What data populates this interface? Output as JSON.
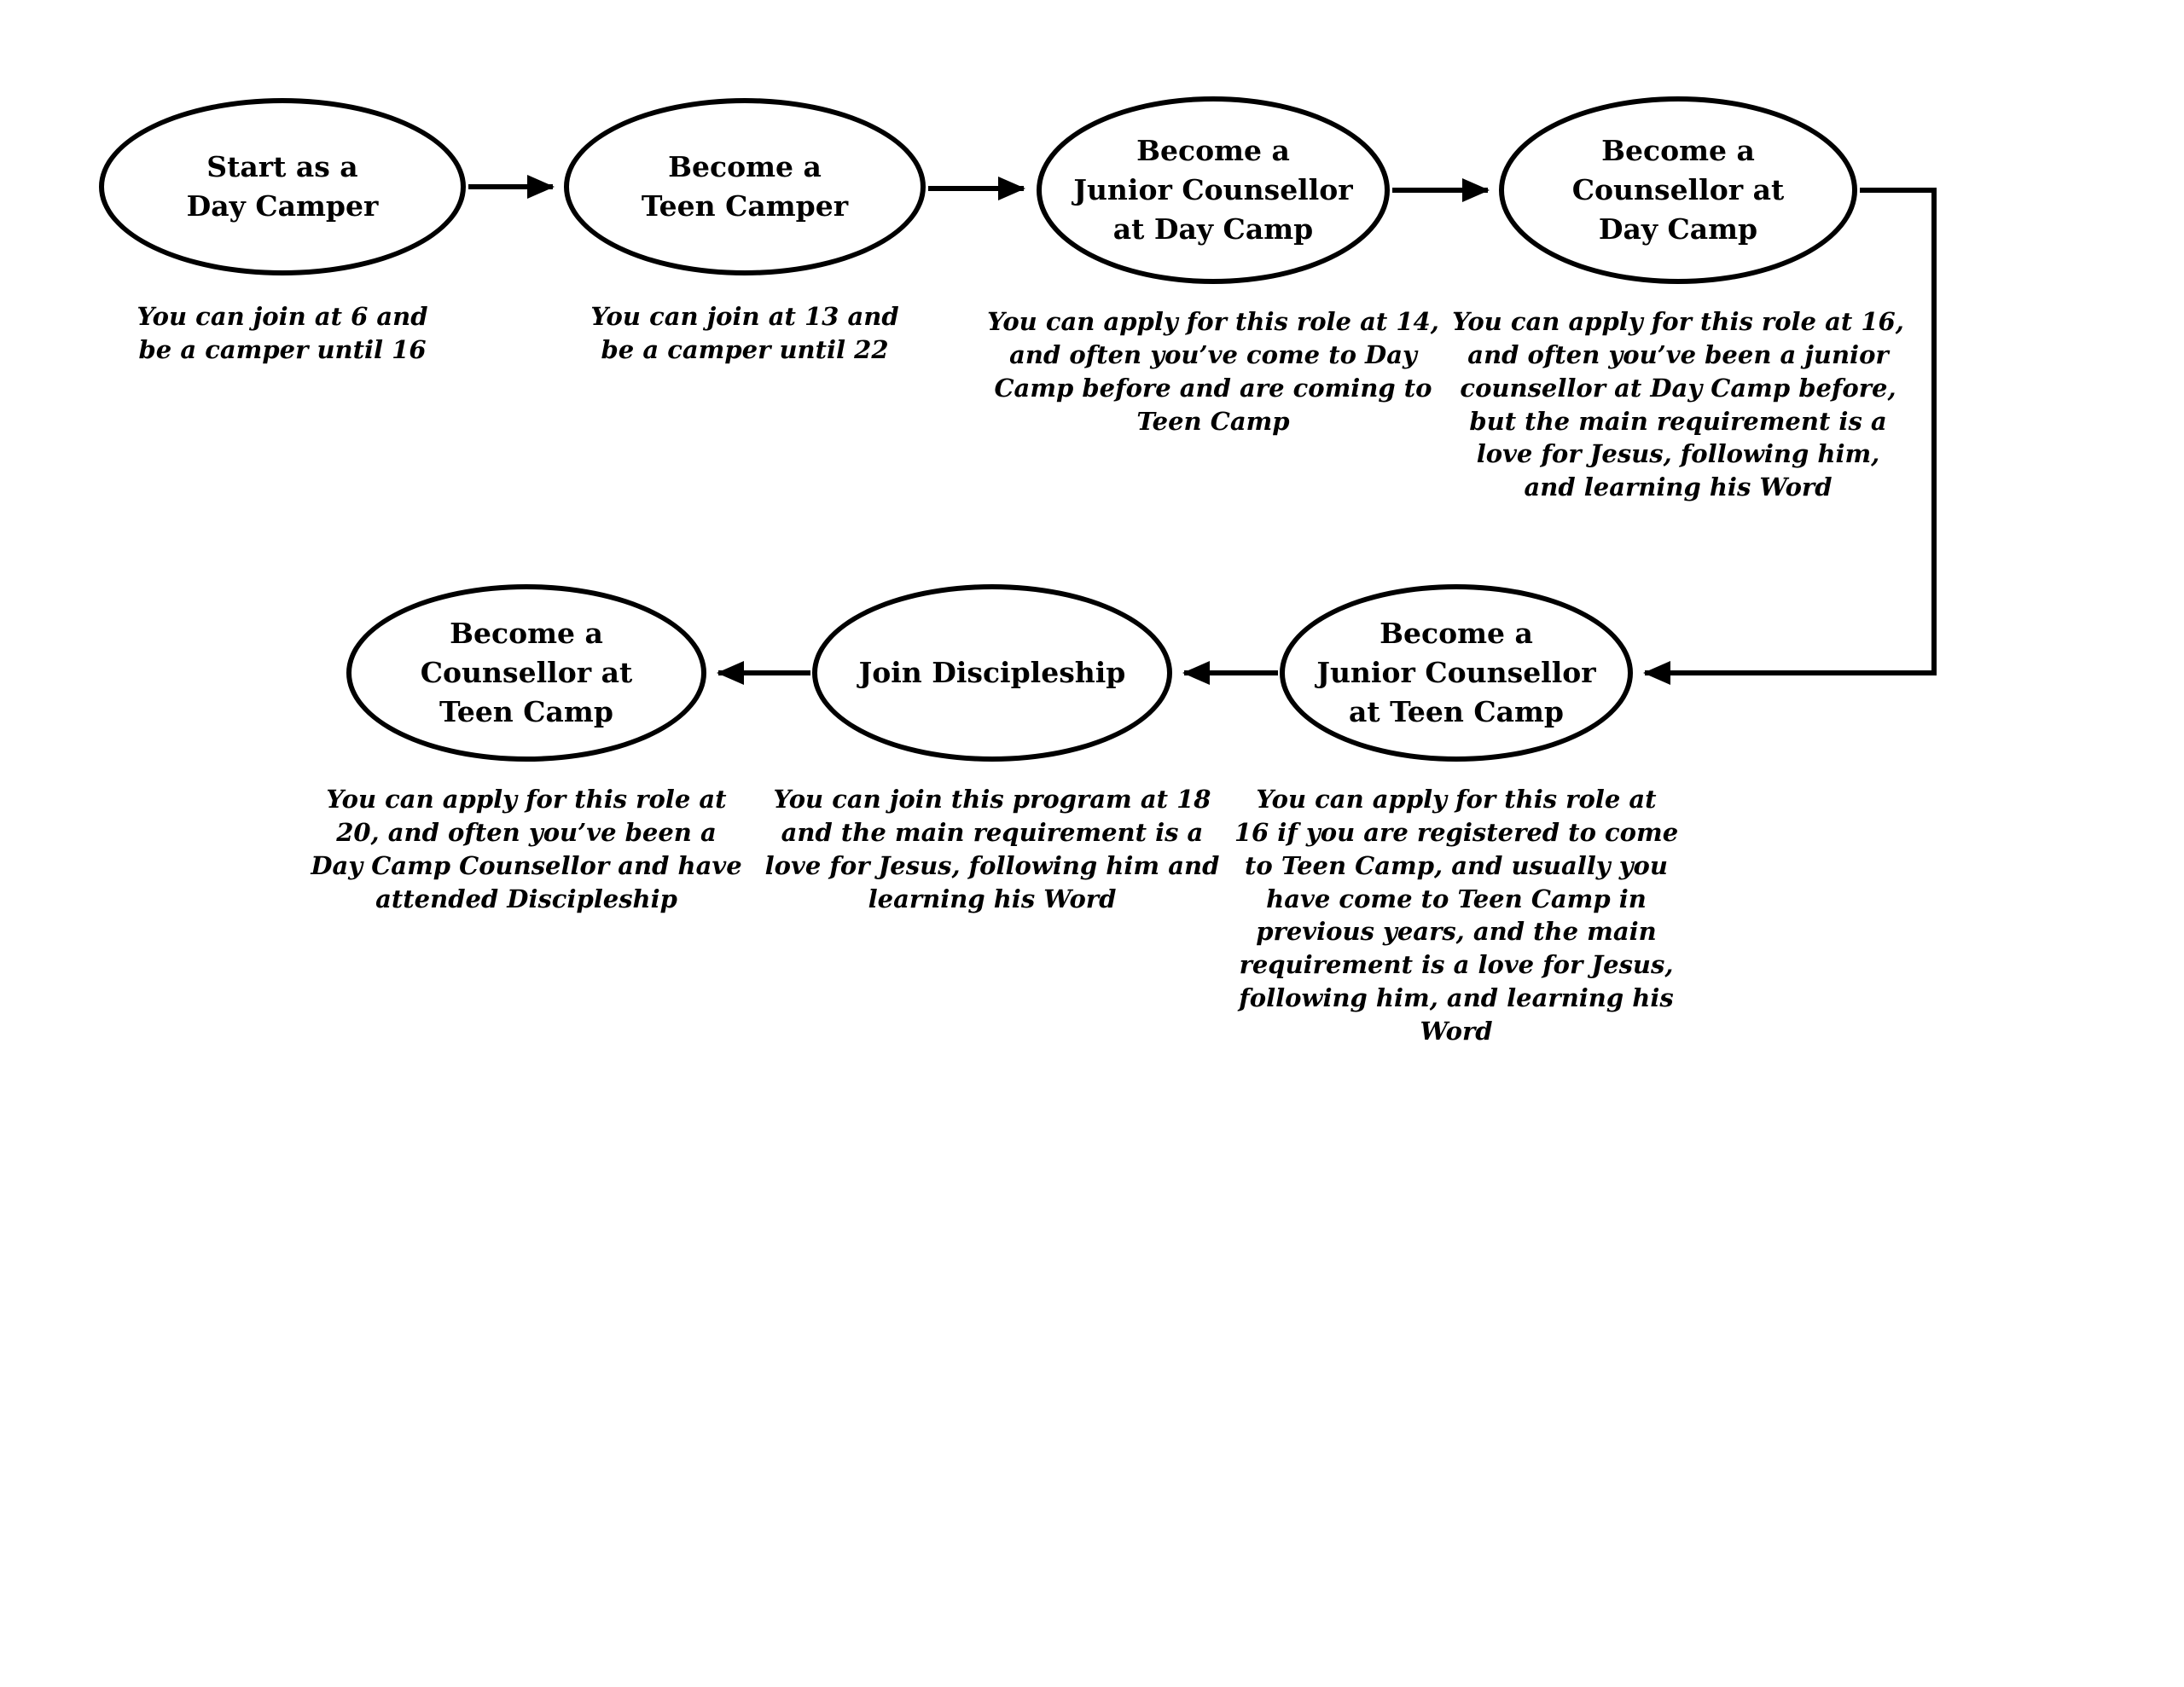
{
  "diagram": {
    "title": "Camp roles progression flowchart",
    "colors": {
      "stroke": "#000000",
      "background": "#ffffff"
    },
    "nodes": [
      {
        "id": "day-camper",
        "title": "Start as a\nDay Camper",
        "caption": "You can join at 6 and\nbe a camper until 16"
      },
      {
        "id": "teen-camper",
        "title": "Become a\nTeen Camper",
        "caption": "You can join at 13 and\nbe a camper until 22"
      },
      {
        "id": "junior-counsellor-day-camp",
        "title": "Become a\nJunior Counsellor\nat Day Camp",
        "caption": "You can apply for this role at 14,\nand often you’ve come to Day\nCamp before and are coming to\nTeen Camp"
      },
      {
        "id": "counsellor-day-camp",
        "title": "Become a\nCounsellor at\nDay Camp",
        "caption": "You can apply for this role at 16,\nand often you’ve been a junior\ncounsellor at Day Camp before,\nbut the main requirement is a\nlove for Jesus, following him,\nand learning his Word"
      },
      {
        "id": "junior-counsellor-teen-camp",
        "title": "Become a\nJunior Counsellor\nat Teen Camp",
        "caption": "You can apply for this role at\n16 if you are registered to come\nto Teen Camp, and usually you\nhave come to Teen Camp in\nprevious years, and the main\nrequirement is a love for Jesus,\nfollowing him, and learning his\nWord"
      },
      {
        "id": "join-discipleship",
        "title": "Join Discipleship",
        "caption": "You can join this program at 18\nand the main requirement is a\nlove for Jesus, following him and\nlearning his Word"
      },
      {
        "id": "counsellor-teen-camp",
        "title": "Become a\nCounsellor at\nTeen Camp",
        "caption": "You can apply for this role at\n20, and often you’ve been a\nDay Camp Counsellor and have\nattended Discipleship"
      }
    ]
  }
}
